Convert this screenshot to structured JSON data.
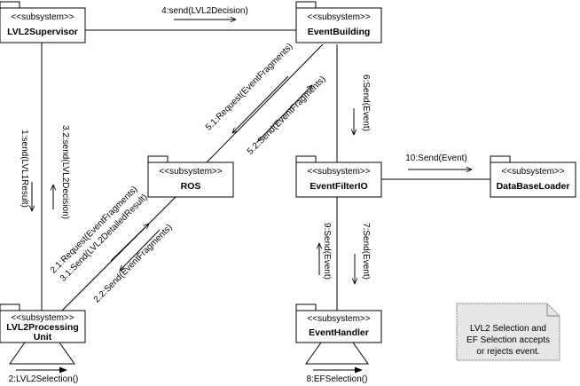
{
  "colors": {
    "line": "#000000",
    "box_fill": "#ffffff",
    "note_fill": "#e6e6e6",
    "note_stroke": "#808080"
  },
  "subsystems": {
    "lvl2supervisor": {
      "stereotype": "<<subsystem>>",
      "name": "LVL2Supervisor"
    },
    "eventbuilding": {
      "stereotype": "<<subsystem>>",
      "name": "EventBuilding"
    },
    "ros": {
      "stereotype": "<<subsystem>>",
      "name": "ROS"
    },
    "eventfilterio": {
      "stereotype": "<<subsystem>>",
      "name": "EventFilterIO"
    },
    "databaseloader": {
      "stereotype": "<<subsystem>>",
      "name": "DataBaseLoader"
    },
    "lvl2processingunit": {
      "stereotype": "<<subsystem>>",
      "name_line1": "LVL2Processing",
      "name_line2": "Unit"
    },
    "eventhandler": {
      "stereotype": "<<subsystem>>",
      "name": "EventHandler"
    }
  },
  "messages": {
    "m4": "4:send(LVL2Decision)",
    "m1": "1:send(LVL1Result)",
    "m32": "3.2:send(LVL2Decision)",
    "m51": "5.1:Request(EventFragments)",
    "m52": "5.2:Send(EventFragments)",
    "m6": "6:Send(Event)",
    "m10": "10:Send(Event)",
    "m21": "2.1:Request(EventFragments)",
    "m31": "3.1:Send(LVL2DetailedResult)",
    "m22": "2.2:Send(EventFragments)",
    "m9": "9:Send(Event)",
    "m7": "7:Send(Event)",
    "m2": "2:LVL2Selection()",
    "m8": "8:EFSelection()"
  },
  "note": {
    "line1": "LVL2 Selection and",
    "line2": "EF Selection accepts",
    "line3": "or rejects event."
  }
}
